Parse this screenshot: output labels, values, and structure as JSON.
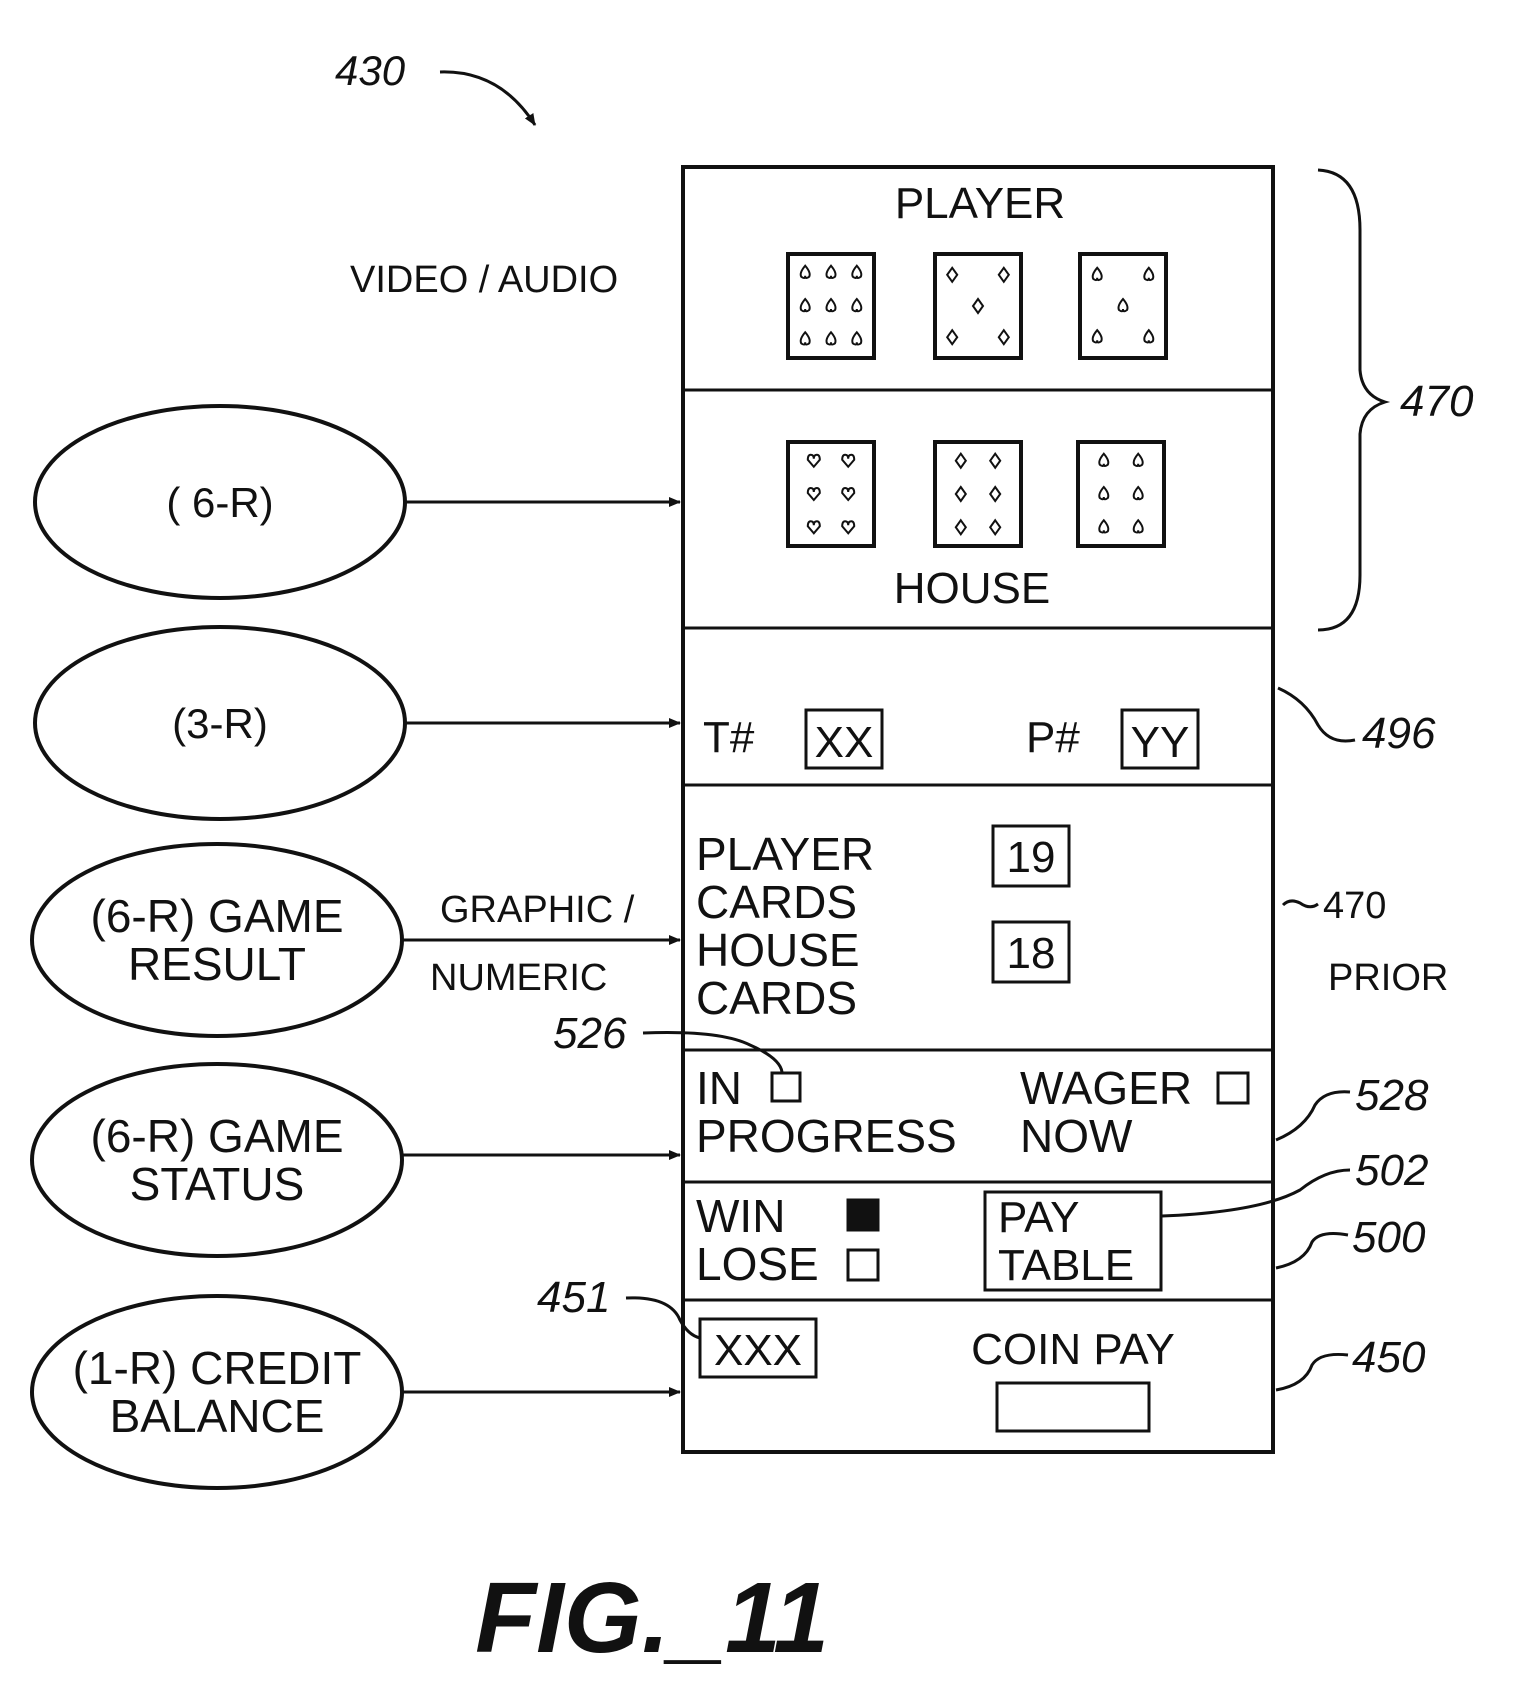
{
  "figure": {
    "ref_main": "430",
    "caption": "FIG._11",
    "video_audio": "VIDEO / AUDIO",
    "graphic_numeric_1": "GRAPHIC /",
    "graphic_numeric_2": "NUMERIC"
  },
  "display": {
    "player_label": "PLAYER",
    "house_label": "HOUSE",
    "player_cards": [
      {
        "pips": 9,
        "suit": "spade"
      },
      {
        "pips": 5,
        "suit": "diamond"
      },
      {
        "pips": 5,
        "suit": "spade"
      }
    ],
    "house_cards": [
      {
        "pips": 6,
        "suit": "heart"
      },
      {
        "pips": 6,
        "suit": "diamond"
      },
      {
        "pips": 6,
        "suit": "spade"
      }
    ],
    "table_label": "T#",
    "table_value": "XX",
    "player_num_label": "P#",
    "player_num_value": "YY",
    "player_cards_line1": "PLAYER",
    "player_cards_line2": "CARDS",
    "player_cards_total": "19",
    "house_cards_line1": "HOUSE",
    "house_cards_line2": "CARDS",
    "house_cards_total": "18",
    "in_progress_line1": "IN",
    "in_progress_line2": "PROGRESS",
    "wager_now_line1": "WAGER",
    "wager_now_line2": "NOW",
    "win_label": "WIN",
    "lose_label": "LOSE",
    "pay_table_line1": "PAY",
    "pay_table_line2": "TABLE",
    "credit_value": "XXX",
    "coin_pay_label": "COIN PAY"
  },
  "inputs": {
    "six_r": "( 6-R)",
    "three_r": "(3-R)",
    "game_result_line1": "(6-R) GAME",
    "game_result_line2": "RESULT",
    "game_status_line1": "(6-R) GAME",
    "game_status_line2": "STATUS",
    "credit_line1": "(1-R) CREDIT",
    "credit_line2": "BALANCE"
  },
  "refs": {
    "r470_top": "470",
    "r496": "496",
    "r470_prior": "470",
    "prior_label": "PRIOR",
    "r526": "526",
    "r528": "528",
    "r502": "502",
    "r500": "500",
    "r451": "451",
    "r450": "450"
  }
}
